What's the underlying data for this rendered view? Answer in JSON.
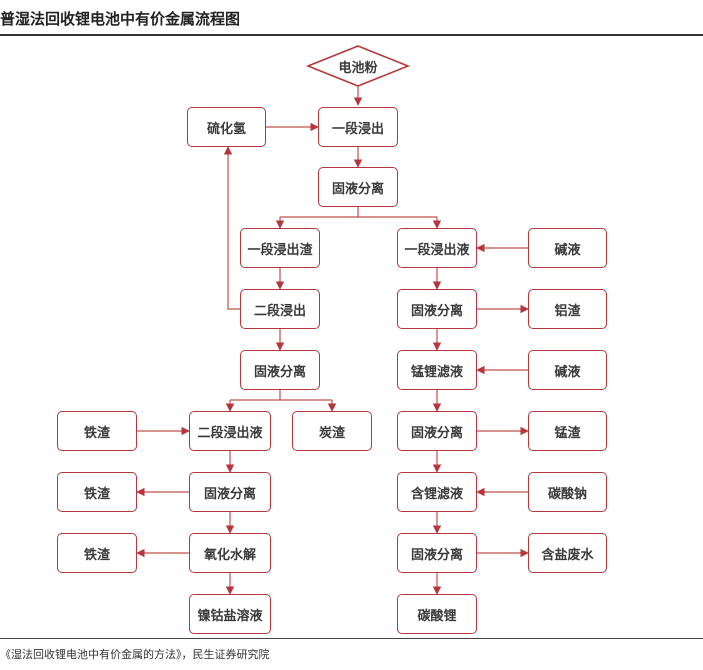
{
  "header": {
    "title": "普湿法回收锂电池中有价金属流程图"
  },
  "footer": {
    "source": "《湿法回收锂电池中有价金属的方法》，民生证券研究院"
  },
  "colors": {
    "accent": "#b5373d",
    "text": "#3a3a3a",
    "rule": "#333333"
  },
  "nodes": {
    "battery_powder": "电池粉",
    "h2s": "硫化氢",
    "stage1_leach": "一段浸出",
    "sep_a": "固液分离",
    "stage1_residue": "一段浸出渣",
    "stage1_liquor": "一段浸出液",
    "alkali_a": "碱液",
    "stage2_leach": "二段浸出",
    "sep_b": "固液分离",
    "aluminum_residue": "铝渣",
    "sep_c": "固液分离",
    "mn_li_filtrate": "锰锂滤液",
    "alkali_b": "碱液",
    "iron_residue_a": "铁渣",
    "stage2_liquor": "二段浸出液",
    "carbon_residue": "炭渣",
    "sep_d": "固液分离",
    "manganese_residue": "锰渣",
    "iron_residue_b": "铁渣",
    "sep_e": "固液分离",
    "li_filtrate": "含锂滤液",
    "sodium_carbonate": "碳酸钠",
    "iron_residue_c": "铁渣",
    "oxidation_hydrolysis": "氧化水解",
    "sep_f": "固液分离",
    "saline_wastewater": "含盐废水",
    "ni_co_solution": "镍钴盐溶液",
    "lithium_carbonate": "碳酸锂"
  }
}
